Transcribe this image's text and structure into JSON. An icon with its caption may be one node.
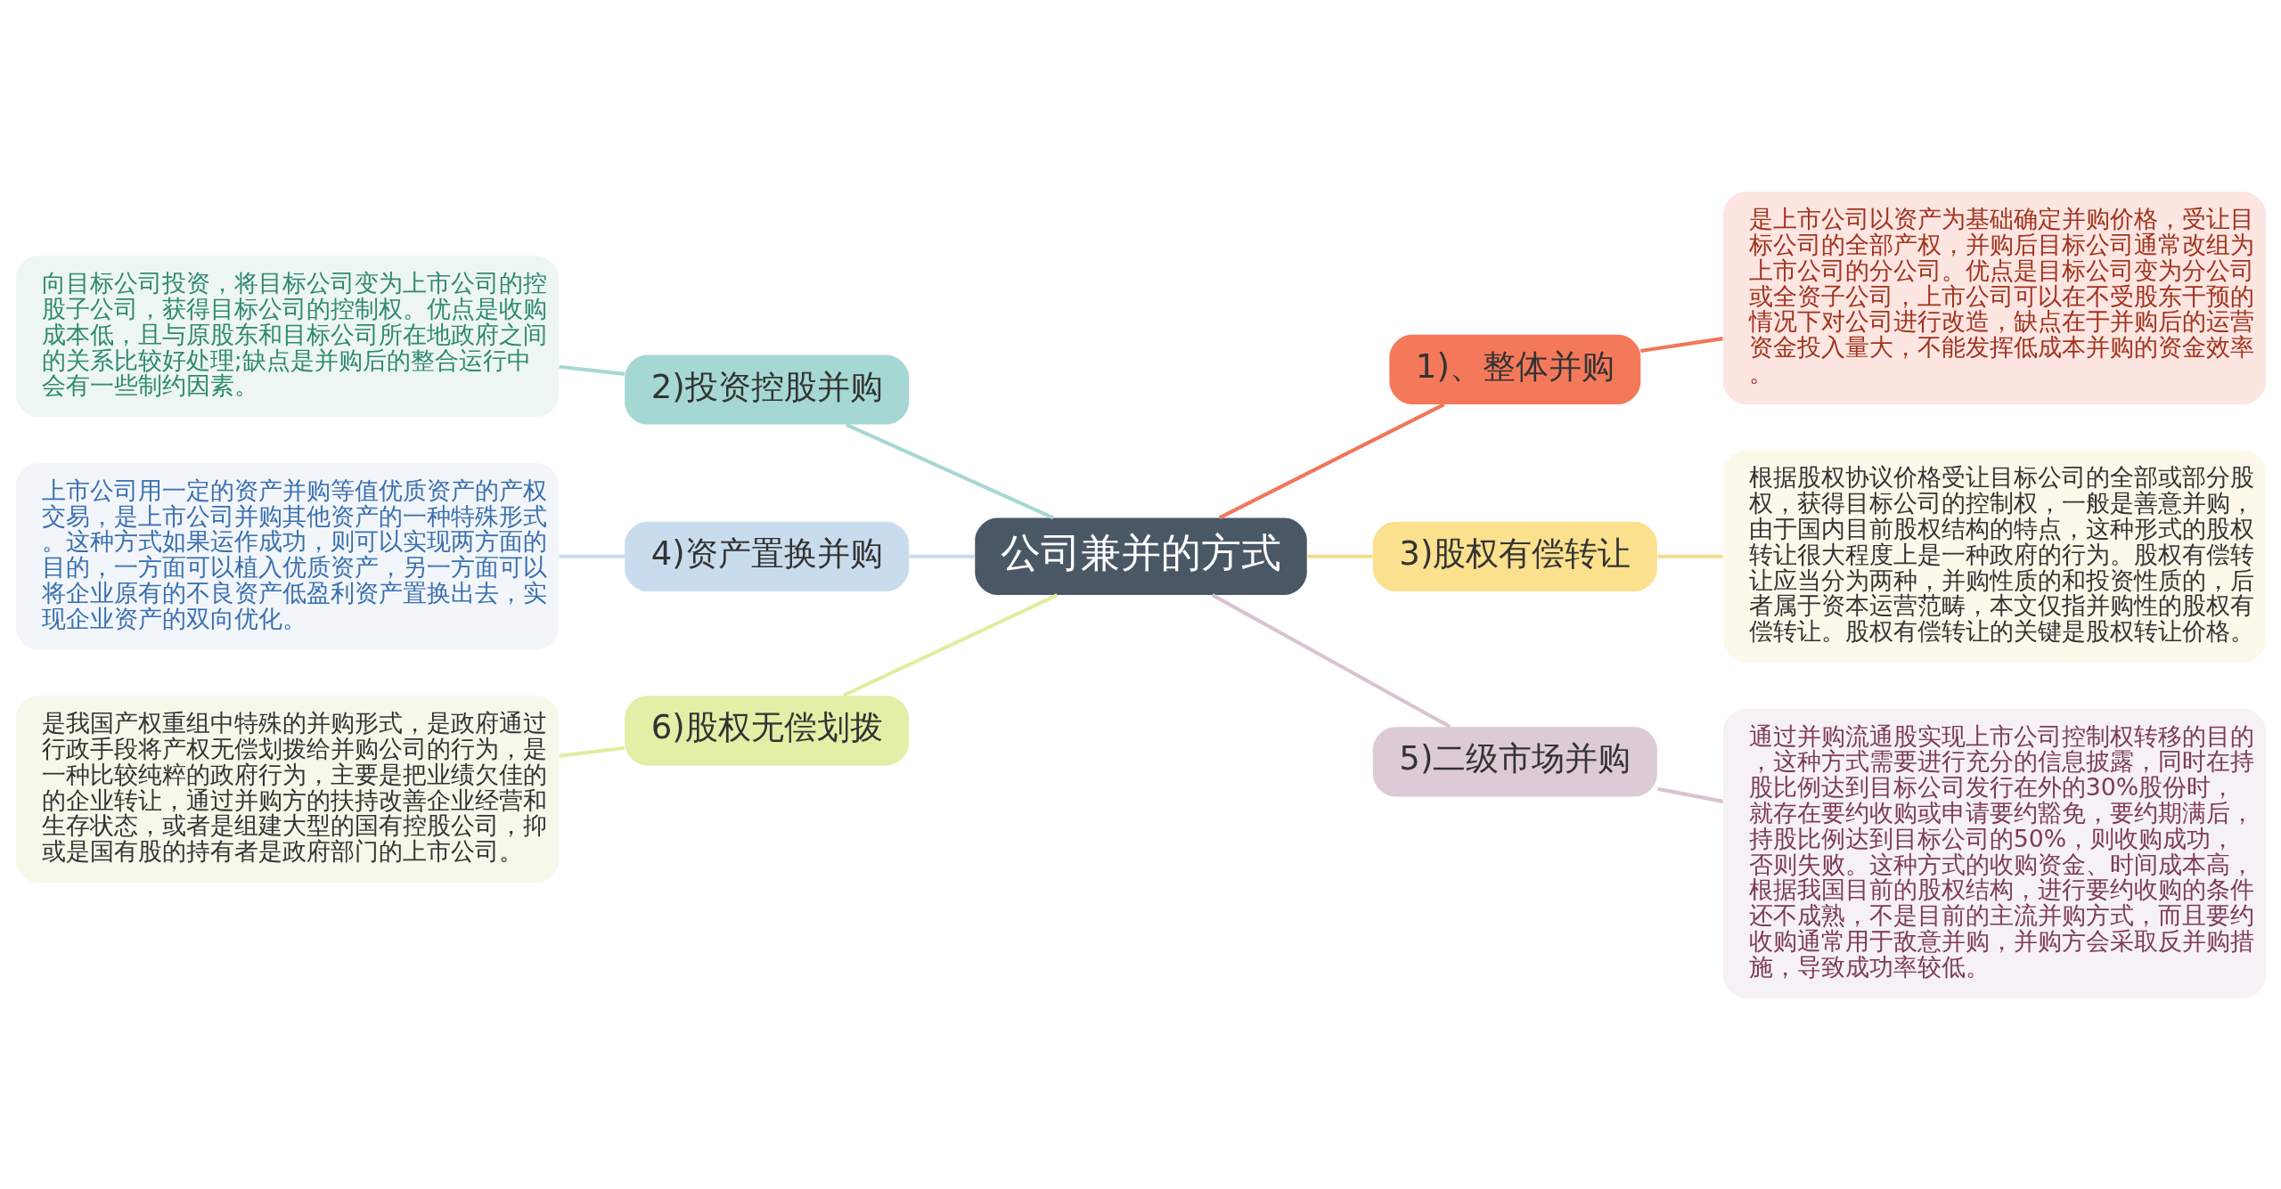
{
  "diagram": {
    "nodes": [
      {
        "text": [
          "公司兼并的方式"
        ]
      },
      {
        "text": [
          "1)、整体并购"
        ]
      },
      {
        "text": [
          "是上市公司以资产为基础确定并购价格，受让目标公司的全部产权，并购后目标公司通常改组为上市公司的分公司。优点是目标公司变为分公司或全资子公司，上市公司可以在不受股东干预的情况下对公司进行改造，缺点在于并购后的运营资金投入量大，不能发挥低成本并购的资金效率。"
        ]
      },
      {
        "text": [
          "2)投资控股并购"
        ]
      },
      {
        "text": [
          "向目标公司投资，将目标公司变为上市公司的控股子公司，获得目标公司的控制权。优点是收购成本低，且与原股东和目标公司所在地政府之间的关系比较好处理;缺点是并购后的整合运行中会有一些制约因素。"
        ]
      },
      {
        "text": [
          "3)股权有偿转让"
        ]
      },
      {
        "text": [
          "根据股权协议价格受让目标公司的全部或部分股权，获得目标公司的控制权，一般是善意并购，由于国内目前股权结构的特点，这种形式的股权转让很大程度上是一种政府的行为。股权有偿转让应当分为两种，并购性质的和投资性质的，后者属于资本运营范畴，本文仅指并购性的股权有偿转让。股权有偿转让的关键是股权转让价格。"
        ]
      },
      {
        "text": [
          "4)资产置换并购"
        ]
      },
      {
        "text": [
          "上市公司用一定的资产并购等值优质资产的产权交易，是上市公司并购其他资产的一种特殊形式。这种方式如果运作成功，则可以实现两方面的目的，一方面可以植入优质资产，另一方面可以将企业原有的不良资产低盈利资产置换出去，实现企业资产的双向优化。"
        ]
      },
      {
        "text": [
          "5)二级市场并购"
        ]
      },
      {
        "text": [
          "通过并购流通股实现上市公司控制权转移的目的，这种方式需要进行充分的信息披露，同时在持股比例达到目标公司发行在外的30%股份时，就存在要约收购或申请要约豁免，要约期满后，持股比例达到目标公司的50%，则收购成功，否则失败。这种方式的收购资金、时间成本高，根据我国目前的股权结构，进行要约收购的条件还不成熟，不是目前的主流并购方式，而且要约收购通常用于敌意并购，并购方会采取反并购措施，导致成功率较低。"
        ]
      },
      {
        "text": [
          "6)股权无偿划拨"
        ]
      },
      {
        "text": [
          "是我国产权重组中特殊的并购形式，是政府通过行政手段将产权无偿划拨给并购公司的行为，是一种比较纯粹的政府行为，主要是把业绩欠佳的的企业转让，通过并购方的扶持改善企业经营和生存状态，或者是组建大型的国有控股公司，抑或是国有股的持有者是政府部门的上市公司。"
        ]
      }
    ],
    "edges": [
      {
        "from": 0,
        "to": 1,
        "arrow": "none",
        "color": "#f0775a"
      },
      {
        "from": 1,
        "to": 2,
        "arrow": "none",
        "color": "#f0775a"
      },
      {
        "from": 4,
        "to": 3,
        "arrow": "none",
        "color": "#a6d8d3"
      },
      {
        "from": 3,
        "to": 0,
        "arrow": "none",
        "color": "#a6d8d3"
      },
      {
        "from": 0,
        "to": 5,
        "arrow": "none",
        "color": "#f5dc8b"
      },
      {
        "from": 5,
        "to": 6,
        "arrow": "none",
        "color": "#f5dc8b"
      },
      {
        "from": 8,
        "to": 7,
        "arrow": "none",
        "color": "#c6dbeb"
      },
      {
        "from": 7,
        "to": 0,
        "arrow": "none",
        "color": "#c6dbeb"
      },
      {
        "from": 0,
        "to": 9,
        "arrow": "none",
        "color": "#d9c3d1"
      },
      {
        "from": 9,
        "to": 10,
        "arrow": "none",
        "color": "#d9c3d1"
      },
      {
        "from": 12,
        "to": 11,
        "arrow": "none",
        "color": "#e2ec9f"
      },
      {
        "from": 11,
        "to": 0,
        "arrow": "none",
        "color": "#e2ec9f"
      }
    ]
  }
}
